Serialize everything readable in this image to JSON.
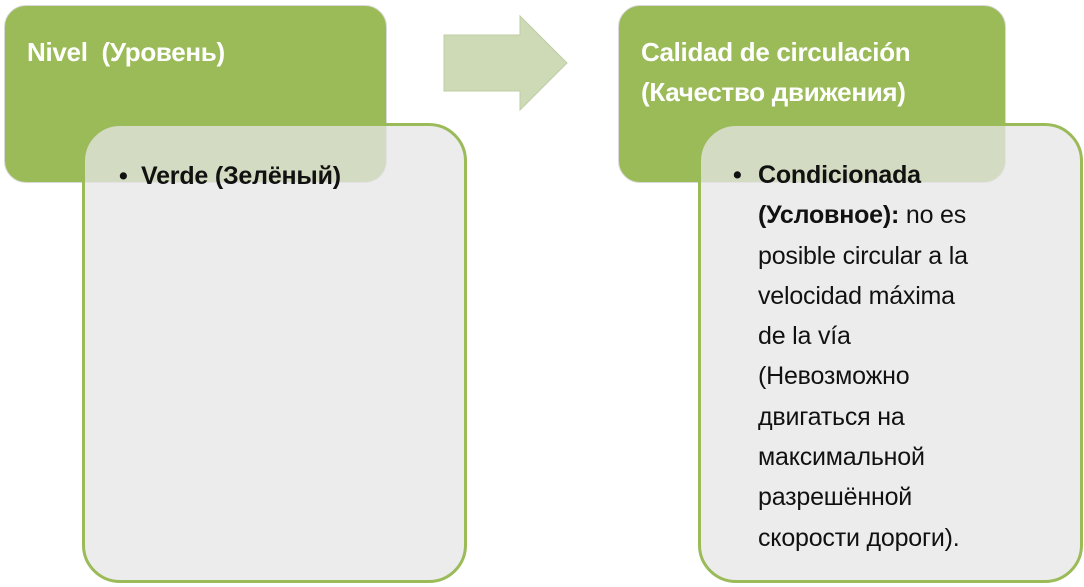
{
  "left": {
    "header": "Nivel  (Уровень)",
    "items": [
      "Verde (Зелёный)"
    ]
  },
  "right": {
    "header_lines": [
      "Calidad de circulación",
      "(Качество движения)"
    ],
    "item_bold_lines": [
      "Condicionada",
      "(Условное):"
    ],
    "item_text_after_bold": " no es",
    "item_lines": [
      "posible circular a la",
      "velocidad máxima",
      "de la vía",
      "(Невозможно",
      "двигаться на",
      "максимальной",
      "разрешённой",
      "скорости дороги)."
    ]
  },
  "colors": {
    "header": "#9bbb59",
    "arrow": "#cddab5",
    "card": "#e6e6e6"
  }
}
